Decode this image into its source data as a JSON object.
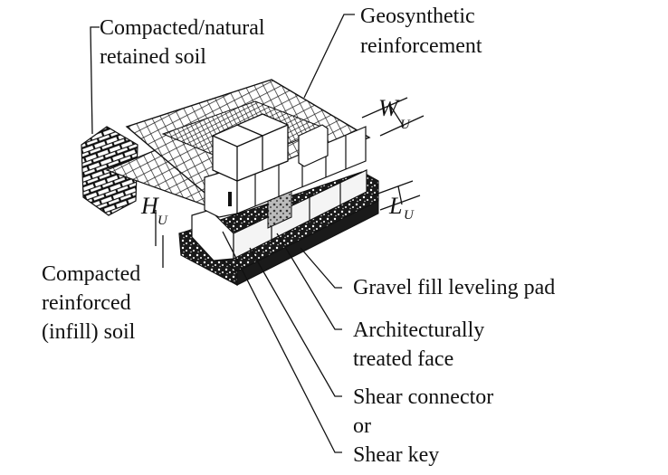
{
  "labels": {
    "retained_soil": [
      "Compacted/natural",
      "retained soil"
    ],
    "reinforcement": [
      "Geosynthetic",
      "reinforcement"
    ],
    "infill_soil": [
      "Compacted",
      "reinforced",
      "(infill) soil"
    ],
    "leveling_pad": "Gravel fill leveling pad",
    "treated_face": [
      "Architecturally",
      "treated face"
    ],
    "shear_connector": [
      "Shear connector",
      "or"
    ],
    "shear_key": "Shear key"
  },
  "dimensions": {
    "width": {
      "symbol": "W",
      "subscript": "U"
    },
    "height": {
      "symbol": "H",
      "subscript": "U"
    },
    "length": {
      "symbol": "L",
      "subscript": "U"
    }
  }
}
